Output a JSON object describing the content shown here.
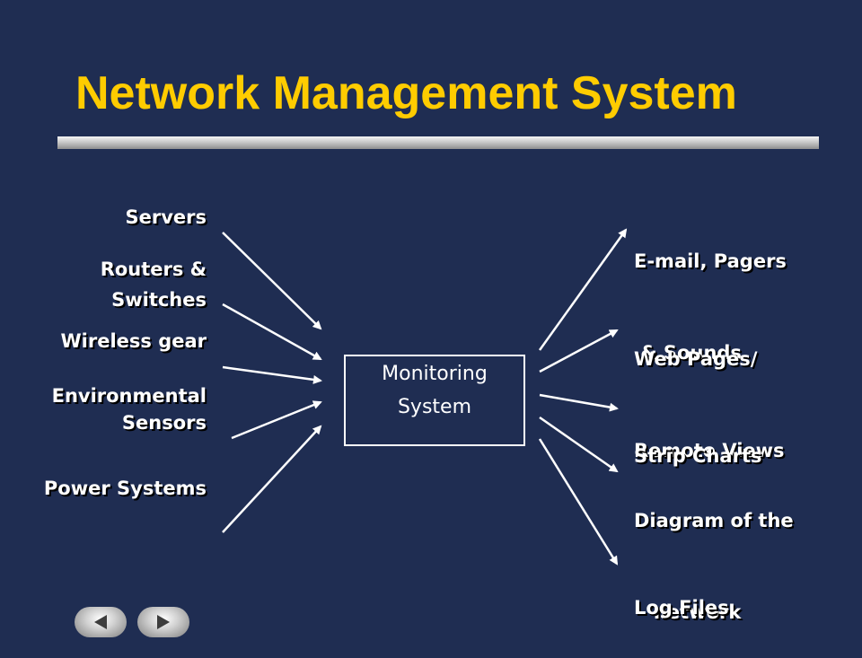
{
  "slide": {
    "title": "Network Management System"
  },
  "sources": [
    {
      "lines": [
        "Servers"
      ]
    },
    {
      "lines": [
        "Routers &",
        "Switches"
      ]
    },
    {
      "lines": [
        "Wireless gear"
      ]
    },
    {
      "lines": [
        "Environmental",
        "Sensors"
      ]
    },
    {
      "lines": [
        "Power Systems"
      ]
    }
  ],
  "monitor": {
    "line1": "Monitoring",
    "line2": "System"
  },
  "outputs": [
    {
      "lines": [
        "E-mail, Pagers",
        " & Sounds"
      ]
    },
    {
      "lines": [
        "Web Pages/",
        "Remote Views"
      ]
    },
    {
      "lines": [
        "Strip Charts"
      ]
    },
    {
      "lines": [
        "Diagram of the",
        "   network"
      ]
    },
    {
      "lines": [
        "Log Files"
      ]
    }
  ],
  "colors": {
    "background": "#1f2d52",
    "title": "#ffcc00",
    "text": "#ffffff"
  },
  "nav": {
    "prev_icon": "triangle-left-icon",
    "next_icon": "triangle-right-icon"
  }
}
